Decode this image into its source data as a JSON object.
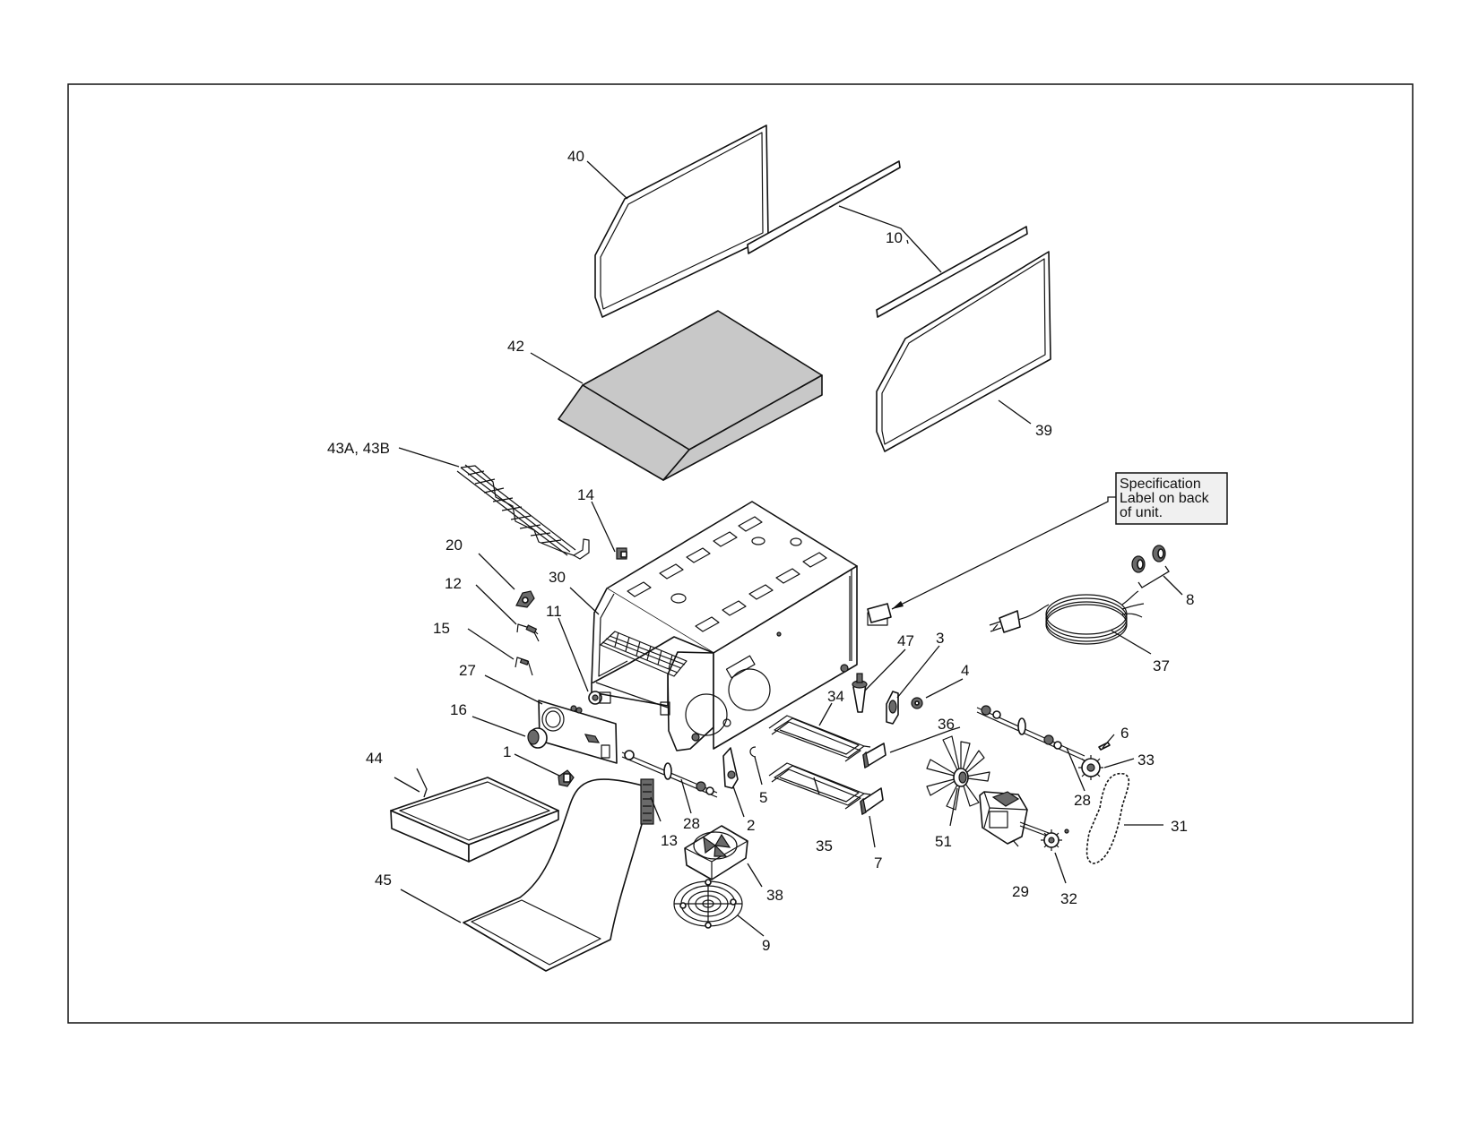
{
  "diagram": {
    "spec_label": [
      "Specification",
      "Label on back",
      "of unit."
    ],
    "labels": {
      "p40": "40",
      "p10": "10",
      "p42": "42",
      "p39": "39",
      "p43": "43A, 43B",
      "p14": "14",
      "p20": "20",
      "p30": "30",
      "p12": "12",
      "p11": "11",
      "p15": "15",
      "p27": "27",
      "p16": "16",
      "p1": "1",
      "p44": "44",
      "p45": "45",
      "p13": "13",
      "p28a": "28",
      "p2": "2",
      "p5": "5",
      "p38": "38",
      "p9": "9",
      "p34": "34",
      "p35": "35",
      "p36": "36",
      "p7": "7",
      "p47": "47",
      "p3": "3",
      "p4": "4",
      "p51": "51",
      "p29": "29",
      "p6": "6",
      "p33": "33",
      "p28b": "28",
      "p32": "32",
      "p31": "31",
      "p8": "8",
      "p37": "37"
    }
  }
}
